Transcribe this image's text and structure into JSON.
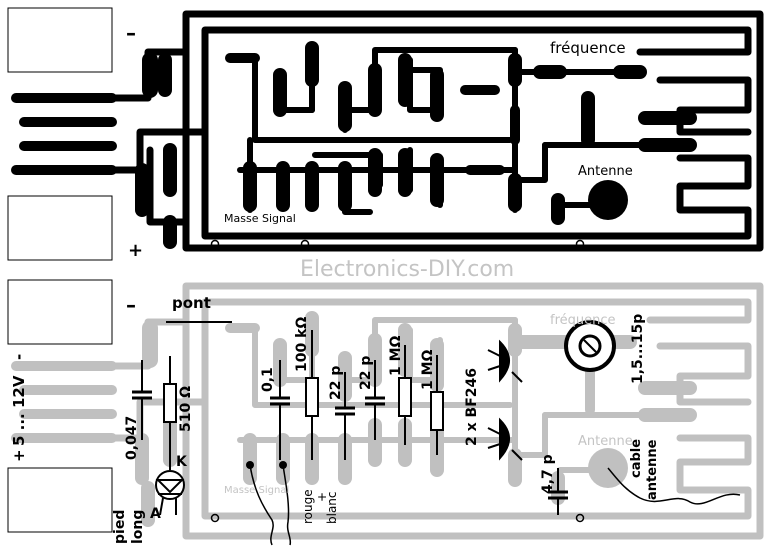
{
  "top_pcb": {
    "labels": {
      "frequence": "fréquence",
      "antenne": "Antenne",
      "masse_signal": "Masse Signal",
      "minus": "–",
      "plus": "+"
    }
  },
  "watermark": "Electronics-DIY.com",
  "bottom_pcb": {
    "labels": {
      "minus": "–",
      "pont": "pont",
      "supply": "5 ... 12V",
      "supply_minus": "-",
      "supply_plus": "+",
      "c_0047": "0,047",
      "r_510": "510 Ω",
      "c_01": "0,1",
      "r_100k": "100 kΩ",
      "c_22p_a": "22 p",
      "c_22p_b": "22 p",
      "r_1m_a": "1 MΩ",
      "r_1m_b": "1 MΩ",
      "transistors": "2 x BF246",
      "frequence": "fréquence",
      "trimmer": "1,5...15p",
      "antenne": "Antenne",
      "cable_antenne_1": "cable",
      "cable_antenne_2": "antenne",
      "c_47p": "4,7 p",
      "led_k": "K",
      "led_a": "A",
      "pied_long_1": "pied",
      "pied_long_2": "long",
      "masse_signal": "Masse Signal",
      "rouge": "rouge",
      "plus_sign": "+",
      "blanc": "blanc"
    }
  }
}
